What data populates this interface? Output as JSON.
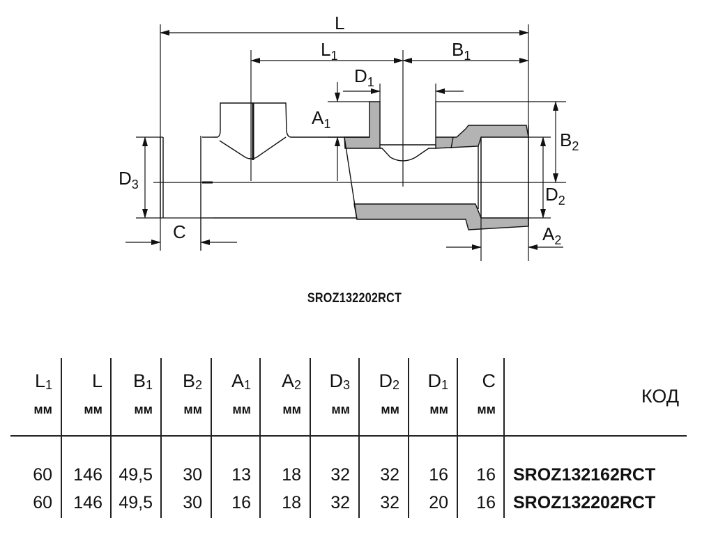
{
  "drawing": {
    "labels": {
      "L": {
        "main": "L",
        "sub": ""
      },
      "L1": {
        "main": "L",
        "sub": "1"
      },
      "B1": {
        "main": "B",
        "sub": "1"
      },
      "D1": {
        "main": "D",
        "sub": "1"
      },
      "A1": {
        "main": "A",
        "sub": "1"
      },
      "B2": {
        "main": "B",
        "sub": "2"
      },
      "D2": {
        "main": "D",
        "sub": "2"
      },
      "D3": {
        "main": "D",
        "sub": "3"
      },
      "C": {
        "main": "C",
        "sub": ""
      },
      "A2": {
        "main": "A",
        "sub": "2"
      }
    },
    "section_fill": "#b3b3b3"
  },
  "model_title": "SROZ132202RCT",
  "table": {
    "headers": [
      {
        "main": "L",
        "sub": "1",
        "unit": "мм"
      },
      {
        "main": "L",
        "sub": "",
        "unit": "мм"
      },
      {
        "main": "B",
        "sub": "1",
        "unit": "мм"
      },
      {
        "main": "B",
        "sub": "2",
        "unit": "мм"
      },
      {
        "main": "A",
        "sub": "1",
        "unit": "мм"
      },
      {
        "main": "A",
        "sub": "2",
        "unit": "мм"
      },
      {
        "main": "D",
        "sub": "3",
        "unit": "мм"
      },
      {
        "main": "D",
        "sub": "2",
        "unit": "мм"
      },
      {
        "main": "D",
        "sub": "1",
        "unit": "мм"
      },
      {
        "main": "C",
        "sub": "",
        "unit": "мм"
      }
    ],
    "code_header": "КОД",
    "rows": [
      {
        "values": [
          "60",
          "146",
          "49,5",
          "30",
          "13",
          "18",
          "32",
          "32",
          "16",
          "16"
        ],
        "code": "SROZ132162RCT"
      },
      {
        "values": [
          "60",
          "146",
          "49,5",
          "30",
          "16",
          "18",
          "32",
          "32",
          "20",
          "16"
        ],
        "code": "SROZ132202RCT"
      }
    ]
  }
}
